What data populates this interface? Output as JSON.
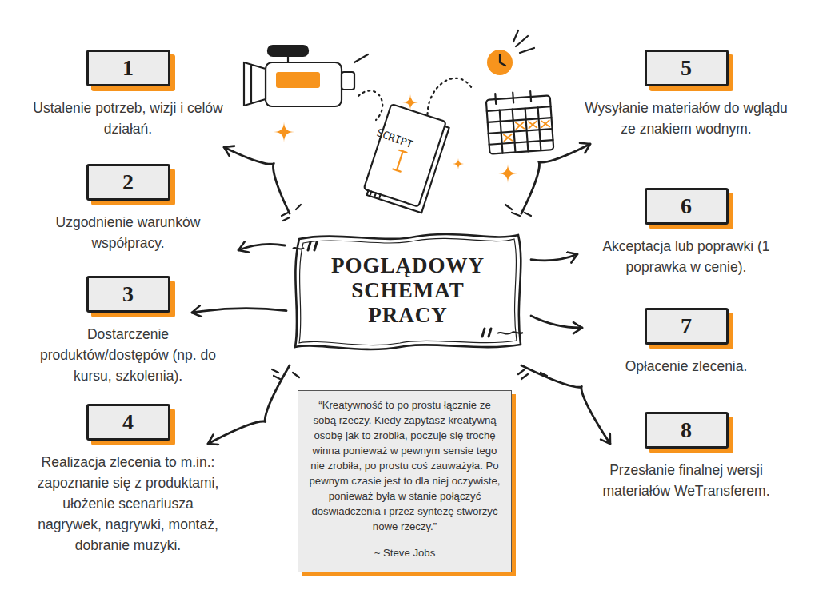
{
  "diagram": {
    "nodes": [
      {
        "text": [
          "POGLĄDOWY SCHEMAT PRACY"
        ]
      },
      {
        "text": [
          "1",
          "Ustalenie potrzeb, wizji i celów działań."
        ]
      },
      {
        "text": [
          "2",
          "Uzgodnienie warunków współpracy."
        ]
      },
      {
        "text": [
          "3",
          "Dostarczenie produktów/dostępów (np. do kursu, szkolenia)."
        ]
      },
      {
        "text": [
          "4",
          "Realizacja zlecenia to m.in.: zapoznanie się z produktami, ułożenie scenariusza nagrywek, nagrywki, montaż, dobranie muzyki."
        ]
      },
      {
        "text": [
          "5",
          "Wysyłanie materiałów do wglądu ze znakiem wodnym."
        ]
      },
      {
        "text": [
          "6",
          "Akceptacja lub poprawki (1 poprawka w cenie)."
        ]
      },
      {
        "text": [
          "7",
          "Opłacenie zlecenia."
        ]
      },
      {
        "text": [
          "8",
          "Przesłanie finalnej wersji materiałów WeTransferem."
        ]
      },
      {
        "text": [
          "“Kreatywność to po prostu łącznie ze sobą rzeczy. Kiedy zapytasz kreatywną osobę jak to zrobiła, poczuje się trochę winna ponieważ w pewnym sensie tego nie zrobiła, po prostu coś zauważyła. Po pewnym czasie jest to dla niej oczywiste, ponieważ była w stanie połączyć doświadczenia i przez syntezę stworzyć nowe rzeczy.”",
          "~ Steve Jobs"
        ]
      }
    ],
    "edges": [
      {
        "from": 0,
        "to": 1,
        "arrow": "to"
      },
      {
        "from": 0,
        "to": 2,
        "arrow": "to"
      },
      {
        "from": 0,
        "to": 3,
        "arrow": "to"
      },
      {
        "from": 0,
        "to": 4,
        "arrow": "to"
      },
      {
        "from": 0,
        "to": 5,
        "arrow": "to"
      },
      {
        "from": 0,
        "to": 6,
        "arrow": "to"
      },
      {
        "from": 0,
        "to": 7,
        "arrow": "to"
      },
      {
        "from": 0,
        "to": 8,
        "arrow": "to"
      }
    ],
    "labels": [
      "SCRIPT"
    ]
  }
}
